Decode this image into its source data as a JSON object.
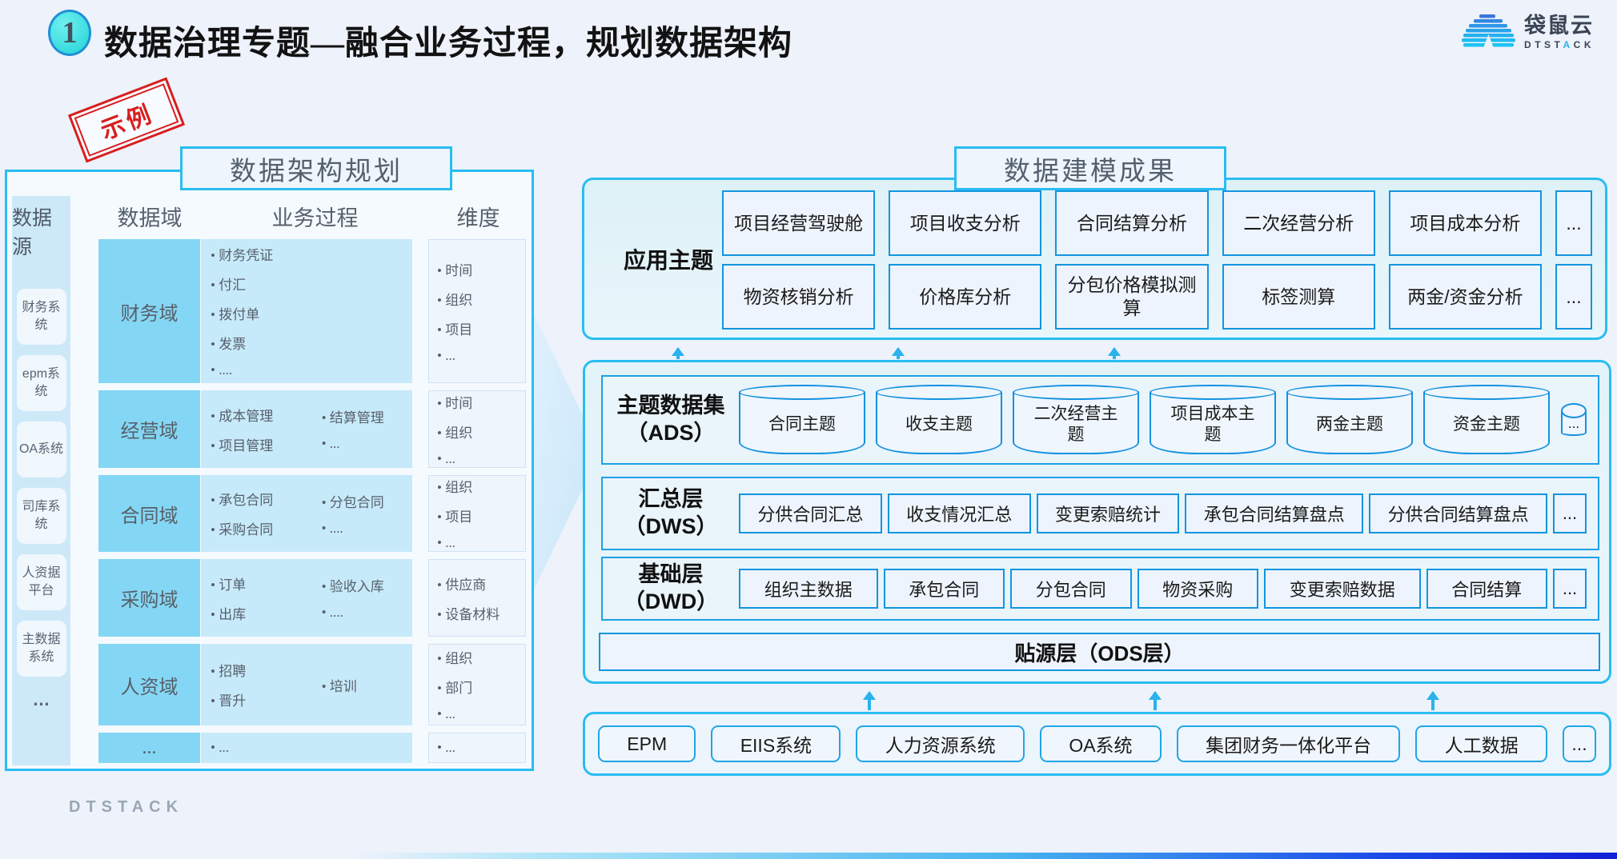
{
  "slide": {
    "badge": "1",
    "title": "数据治理专题—融合业务过程，规划数据架构",
    "stamp": "示例",
    "watermark": "DTSTACK"
  },
  "logo": {
    "name_cn": "袋鼠云",
    "en_pre": "DTST",
    "en_accent": "A",
    "en_post": "CK"
  },
  "left": {
    "header": "数据架构规划",
    "source_col": {
      "header": "数据源",
      "items": [
        "财务系统",
        "epm系统",
        "OA系统",
        "司库系统",
        "人资据平台",
        "主数据系统"
      ],
      "more": "…"
    },
    "col_headers": {
      "domain": "数据域",
      "process": "业务过程",
      "dimension": "维度"
    },
    "rows": [
      {
        "domain": "财务域",
        "p1": [
          "财务凭证",
          "付汇",
          "拨付单",
          "发票",
          "...."
        ],
        "p2": [],
        "dims": [
          "时间",
          "组织",
          "项目",
          "..."
        ]
      },
      {
        "domain": "经营域",
        "p1": [
          "成本管理",
          "项目管理"
        ],
        "p2": [
          "结算管理",
          "..."
        ],
        "dims": [
          "时间",
          "组织",
          "..."
        ]
      },
      {
        "domain": "合同域",
        "p1": [
          "承包合同",
          "采购合同"
        ],
        "p2": [
          "分包合同",
          "...."
        ],
        "dims": [
          "组织",
          "项目",
          "..."
        ]
      },
      {
        "domain": "采购域",
        "p1": [
          "订单",
          "出库"
        ],
        "p2": [
          "验收入库",
          "...."
        ],
        "dims": [
          "供应商",
          "设备材料"
        ]
      },
      {
        "domain": "人资域",
        "p1": [
          "招聘",
          "晋升"
        ],
        "p2": [
          "培训"
        ],
        "dims": [
          "组织",
          "部门",
          "..."
        ]
      },
      {
        "domain": "...",
        "p1": [
          "..."
        ],
        "p2": [],
        "dims": [
          "..."
        ]
      }
    ]
  },
  "right": {
    "header": "数据建模成果",
    "app": {
      "label": "应用主题",
      "row1": [
        "项目经营驾驶舱",
        "项目收支分析",
        "合同结算分析",
        "二次经营分析",
        "项目成本分析",
        "..."
      ],
      "row2": [
        "物资核销分析",
        "价格库分析",
        "分包价格模拟测算",
        "标签测算",
        "两金/资金分析",
        "..."
      ]
    },
    "ads": {
      "label_line1": "主题数据集",
      "label_line2": "（ADS）",
      "items": [
        "合同主题",
        "收支主题",
        "二次经营主题",
        "项目成本主题",
        "两金主题",
        "资金主题"
      ],
      "more": "..."
    },
    "dws": {
      "label_line1": "汇总层",
      "label_line2": "（DWS）",
      "items": [
        "分供合同汇总",
        "收支情况汇总",
        "变更索赔统计",
        "承包合同结算盘点",
        "分供合同结算盘点",
        "..."
      ]
    },
    "dwd": {
      "label_line1": "基础层",
      "label_line2": "（DWD）",
      "items": [
        "组织主数据",
        "承包合同",
        "分包合同",
        "物资采购",
        "变更索赔数据",
        "合同结算",
        "..."
      ]
    },
    "ods": {
      "label": "贴源层（ODS层）"
    },
    "sources": {
      "items": [
        "EPM",
        "EIIS系统",
        "人力资源系统",
        "OA系统",
        "集团财务一体化平台",
        "人工数据",
        "..."
      ]
    }
  }
}
